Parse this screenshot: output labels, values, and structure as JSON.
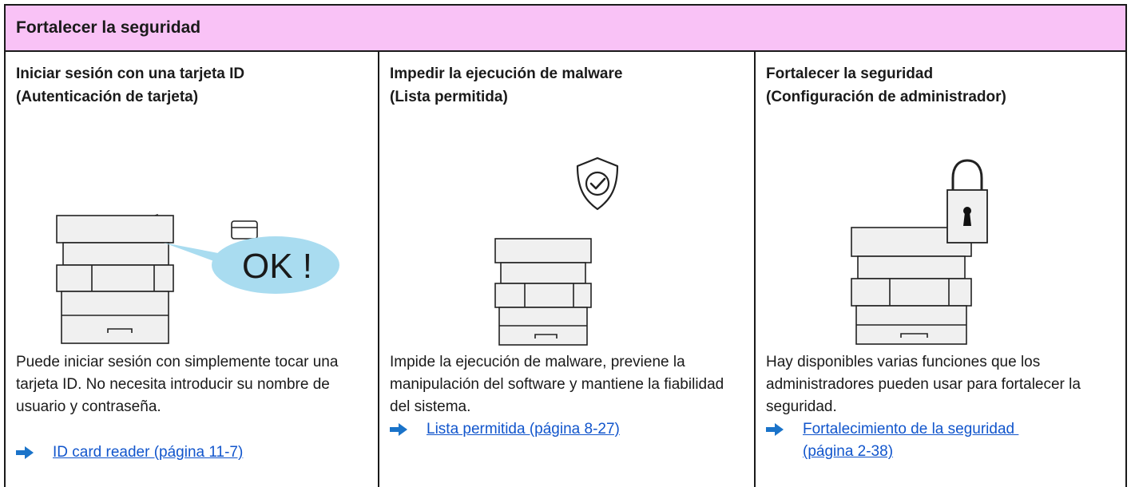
{
  "header": {
    "title": "Fortalecer la seguridad"
  },
  "columns": [
    {
      "title_line1": "Iniciar sesión con una tarjeta ID",
      "title_line2": "(Autenticación de tarjeta)",
      "illustration": {
        "bubble_text": "OK !",
        "icon": "card-icon"
      },
      "description": "Puede iniciar sesión con simplemente tocar una tarjeta ID. No necesita introducir su nombre de usuario y contraseña.",
      "link_line1": "ID card reader (página 11-7)",
      "link_line2": ""
    },
    {
      "title_line1": "Impedir la ejecución de malware",
      "title_line2": "(Lista permitida)",
      "illustration": {
        "icon": "shield-check-icon"
      },
      "description": "Impide la ejecución de malware, previene la manipulación del software y mantiene la fiabilidad del sistema.",
      "link_line1": "Lista permitida (página 8-27)",
      "link_line2": ""
    },
    {
      "title_line1": "Fortalecer la seguridad",
      "title_line2": "(Configuración de administrador)",
      "illustration": {
        "icon": "padlock-icon"
      },
      "description": "Hay disponibles varias funciones que los administradores pueden usar para fortalecer la seguridad.",
      "link_line1": "Fortalecimiento de la seguridad ",
      "link_line2": "(página 2-38)"
    }
  ],
  "colors": {
    "header_bg": "#f9c2f6",
    "bubble": "#a9dcf0",
    "link": "#1155cc",
    "arrow": "#1a73c9"
  }
}
